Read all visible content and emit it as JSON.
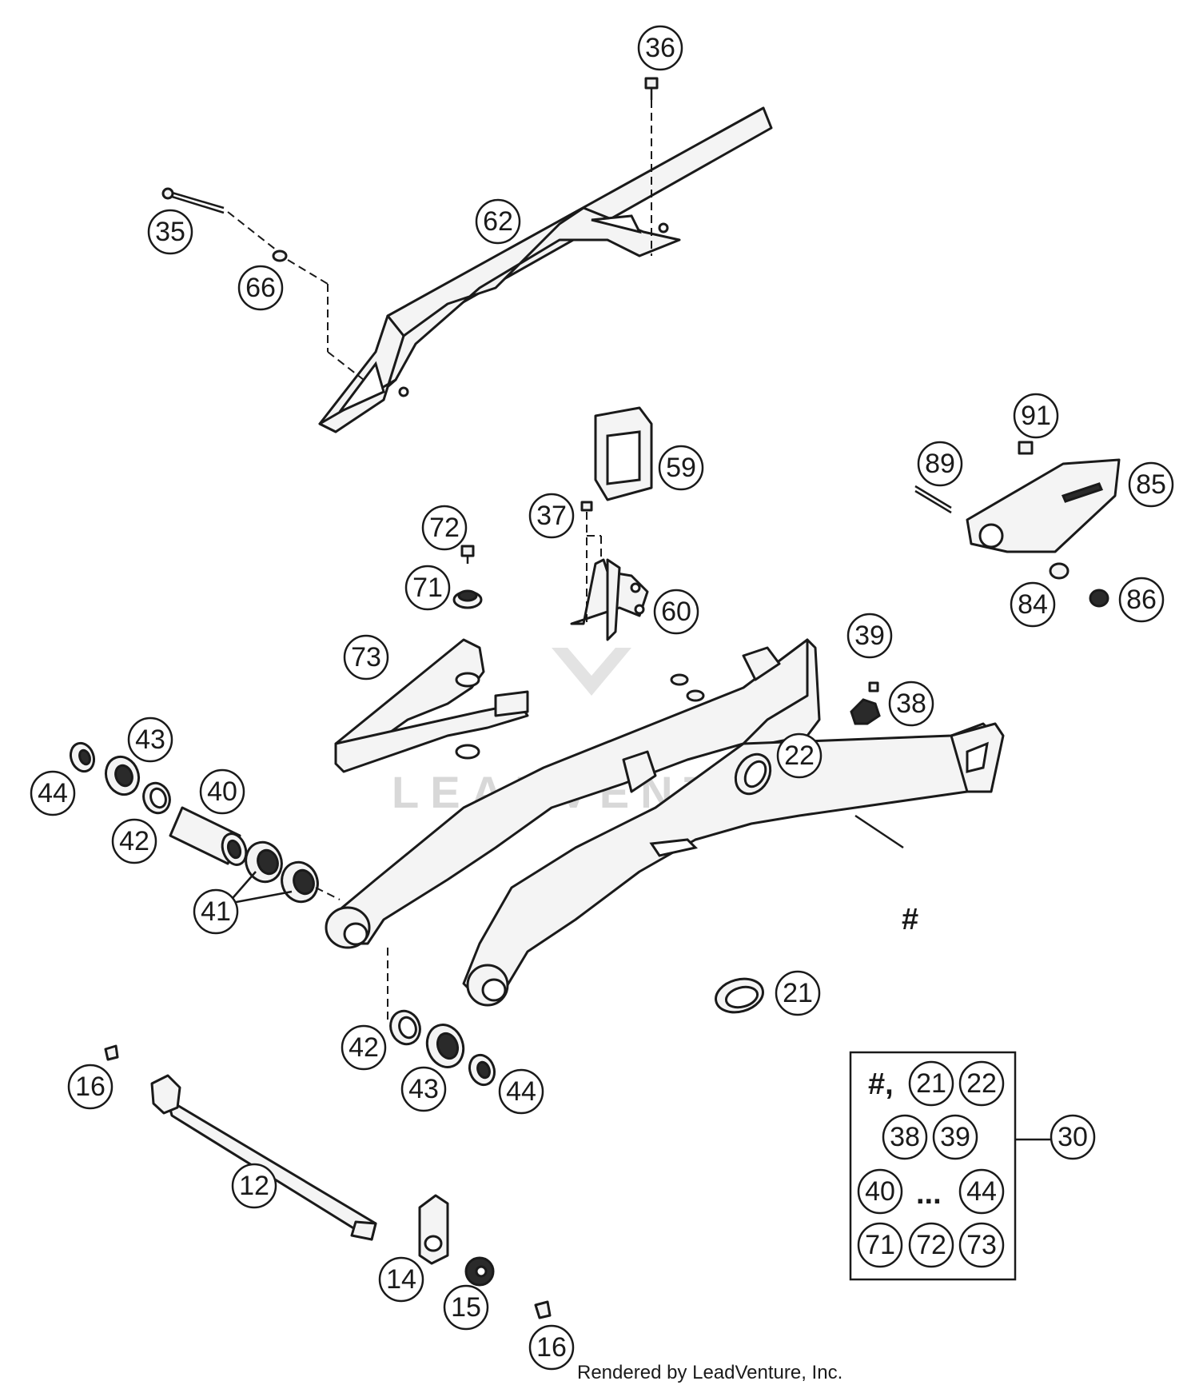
{
  "watermark": {
    "brand_text": "LEADVENTURE"
  },
  "credit": "Rendered by LeadVenture, Inc.",
  "callouts": [
    {
      "id": "c36",
      "label": "36"
    },
    {
      "id": "c35",
      "label": "35"
    },
    {
      "id": "c62",
      "label": "62"
    },
    {
      "id": "c66",
      "label": "66"
    },
    {
      "id": "c91",
      "label": "91"
    },
    {
      "id": "c89",
      "label": "89"
    },
    {
      "id": "c85",
      "label": "85"
    },
    {
      "id": "c59",
      "label": "59"
    },
    {
      "id": "c37",
      "label": "37"
    },
    {
      "id": "c72",
      "label": "72"
    },
    {
      "id": "c71",
      "label": "71"
    },
    {
      "id": "c60",
      "label": "60"
    },
    {
      "id": "c84",
      "label": "84"
    },
    {
      "id": "c86",
      "label": "86"
    },
    {
      "id": "c39",
      "label": "39"
    },
    {
      "id": "c38",
      "label": "38"
    },
    {
      "id": "c73",
      "label": "73"
    },
    {
      "id": "c43a",
      "label": "43"
    },
    {
      "id": "c22",
      "label": "22"
    },
    {
      "id": "c44a",
      "label": "44"
    },
    {
      "id": "c40",
      "label": "40"
    },
    {
      "id": "c42a",
      "label": "42"
    },
    {
      "id": "c41",
      "label": "41"
    },
    {
      "id": "c21",
      "label": "21"
    },
    {
      "id": "c42b",
      "label": "42"
    },
    {
      "id": "c43b",
      "label": "43"
    },
    {
      "id": "c44b",
      "label": "44"
    },
    {
      "id": "c16a",
      "label": "16"
    },
    {
      "id": "c12",
      "label": "12"
    },
    {
      "id": "c14",
      "label": "14"
    },
    {
      "id": "c15",
      "label": "15"
    },
    {
      "id": "c16b",
      "label": "16"
    },
    {
      "id": "c30",
      "label": "30"
    }
  ],
  "swingarm_marker": "#",
  "kit_box": {
    "prefix": "#,",
    "ellipsis": "...",
    "items": [
      {
        "id": "k21",
        "label": "21"
      },
      {
        "id": "k22",
        "label": "22"
      },
      {
        "id": "k38",
        "label": "38"
      },
      {
        "id": "k39",
        "label": "39"
      },
      {
        "id": "k40",
        "label": "40"
      },
      {
        "id": "k44",
        "label": "44"
      },
      {
        "id": "k71",
        "label": "71"
      },
      {
        "id": "k72",
        "label": "72"
      },
      {
        "id": "k73",
        "label": "73"
      }
    ]
  }
}
